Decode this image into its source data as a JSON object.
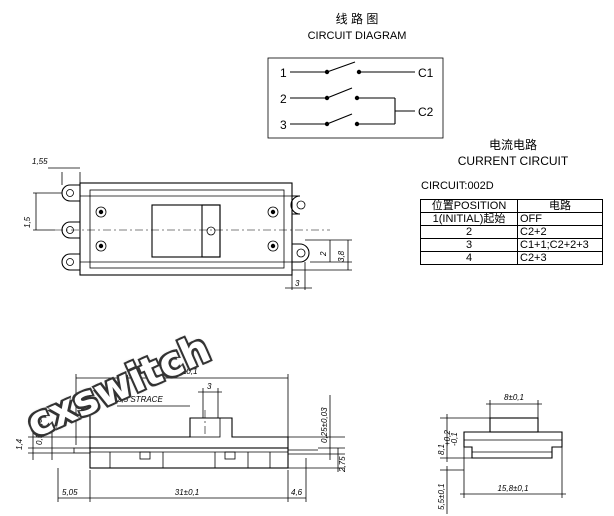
{
  "circuit_diagram": {
    "title_cn": "线 路 图",
    "title_en": "CIRCUIT DIAGRAM",
    "pins": [
      "1",
      "2",
      "3"
    ],
    "outputs": [
      "C1",
      "C2"
    ]
  },
  "current_circuit": {
    "title_cn": "电流电路",
    "title_en": "CURRENT CIRCUIT",
    "code": "CIRCUIT:002D",
    "headers": [
      "位置POSITION",
      "电路"
    ],
    "rows": [
      [
        "1(INITIAL)起始",
        "OFF"
      ],
      [
        "2",
        "C2+2"
      ],
      [
        "3",
        "C1+1;C2+2+3"
      ],
      [
        "4",
        "C2+3"
      ]
    ]
  },
  "top_view_dims": {
    "d1": "1,55",
    "d2": "1,5",
    "d3": "2",
    "d4": "3,8",
    "d5": "3"
  },
  "side_view_dims": {
    "overall": "33,8±0,1",
    "stroke": "2,5 STRACE",
    "knob": "3",
    "h1": "1,4",
    "h2": "0,5±0,03",
    "h3": "0,25±0,03",
    "h4": "2,75",
    "left": "5,05",
    "middle": "31±0,1",
    "right": "4,6"
  },
  "end_view_dims": {
    "knob": "8±0,1",
    "height": "8,1",
    "height_tol_upper": "+0,2",
    "height_tol_lower": "-0,1",
    "base": "5,5±0,1",
    "width": "15,8±0,1"
  },
  "watermark": "cxswitch"
}
